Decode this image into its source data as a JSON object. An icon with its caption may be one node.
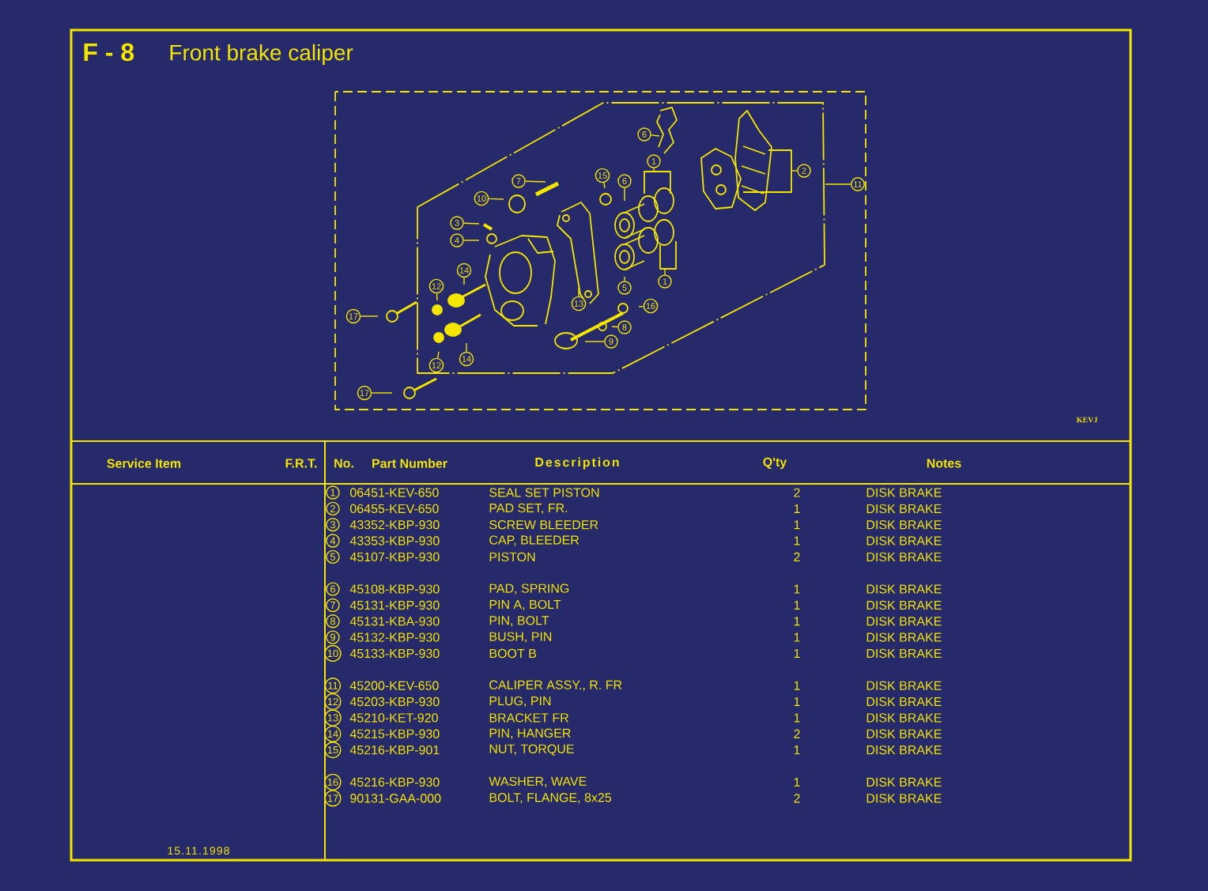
{
  "diagram": {
    "title": "Front brake caliper",
    "nodes": [
      {
        "text": [
          "6"
        ]
      },
      {
        "text": [
          "1"
        ]
      },
      {
        "text": [
          "2"
        ]
      },
      {
        "text": [
          "11"
        ]
      },
      {
        "text": [
          "7"
        ]
      },
      {
        "text": [
          "15"
        ]
      },
      {
        "text": [
          "6"
        ]
      },
      {
        "text": [
          "10"
        ]
      },
      {
        "text": [
          "3"
        ]
      },
      {
        "text": [
          "4"
        ]
      },
      {
        "text": [
          "14"
        ]
      },
      {
        "text": [
          "12"
        ]
      },
      {
        "text": [
          "13"
        ]
      },
      {
        "text": [
          "5"
        ]
      },
      {
        "text": [
          "1"
        ]
      },
      {
        "text": [
          "16"
        ]
      },
      {
        "text": [
          "8"
        ]
      },
      {
        "text": [
          "17"
        ]
      },
      {
        "text": [
          "9"
        ]
      },
      {
        "text": [
          "14"
        ]
      },
      {
        "text": [
          "12"
        ]
      },
      {
        "text": [
          "17"
        ]
      },
      {
        "text": [
          "1"
        ]
      },
      {
        "text": [
          "2"
        ]
      },
      {
        "text": [
          "3"
        ]
      },
      {
        "text": [
          "4"
        ]
      },
      {
        "text": [
          "5"
        ]
      },
      {
        "text": [
          "6"
        ]
      },
      {
        "text": [
          "7"
        ]
      },
      {
        "text": [
          "8"
        ]
      },
      {
        "text": [
          "9"
        ]
      },
      {
        "text": [
          "10"
        ]
      },
      {
        "text": [
          "11"
        ]
      },
      {
        "text": [
          "12"
        ]
      },
      {
        "text": [
          "13"
        ]
      },
      {
        "text": [
          "14"
        ]
      },
      {
        "text": [
          "15"
        ]
      },
      {
        "text": [
          "16"
        ]
      },
      {
        "text": [
          "17"
        ]
      }
    ],
    "edges": [
      {
        "from": 0,
        "to": null,
        "arrow": "none"
      },
      {
        "from": 1,
        "to": null,
        "arrow": "none"
      },
      {
        "from": 2,
        "to": null,
        "arrow": "none"
      },
      {
        "from": 3,
        "to": null,
        "arrow": "none"
      },
      {
        "from": 4,
        "to": null,
        "arrow": "none"
      },
      {
        "from": 5,
        "to": null,
        "arrow": "none"
      },
      {
        "from": 6,
        "to": null,
        "arrow": "none"
      },
      {
        "from": 7,
        "to": null,
        "arrow": "none"
      },
      {
        "from": 8,
        "to": null,
        "arrow": "none"
      },
      {
        "from": 9,
        "to": null,
        "arrow": "none"
      },
      {
        "from": 10,
        "to": null,
        "arrow": "none"
      },
      {
        "from": 11,
        "to": null,
        "arrow": "none"
      },
      {
        "from": 12,
        "to": null,
        "arrow": "none"
      },
      {
        "from": 13,
        "to": null,
        "arrow": "none"
      },
      {
        "from": 14,
        "to": null,
        "arrow": "none"
      },
      {
        "from": 15,
        "to": null,
        "arrow": "none"
      },
      {
        "from": 16,
        "to": null,
        "arrow": "none"
      },
      {
        "from": 17,
        "to": null,
        "arrow": "none"
      },
      {
        "from": 18,
        "to": null,
        "arrow": "none"
      },
      {
        "from": 19,
        "to": null,
        "arrow": "none"
      },
      {
        "from": 20,
        "to": null,
        "arrow": "none"
      },
      {
        "from": 21,
        "to": null,
        "arrow": "none"
      }
    ],
    "labels": [
      "F - 8",
      "KEVJ",
      "Service Item",
      "F.R.T.",
      "No.",
      "Part Number",
      "Description",
      "Q'ty",
      "Notes",
      "06451-KEV-650",
      "SEAL SET PISTON",
      "2",
      "DISK BRAKE",
      "06455-KEV-650",
      "PAD SET, FR.",
      "1",
      "DISK BRAKE",
      "43352-KBP-930",
      "SCREW BLEEDER",
      "1",
      "DISK BRAKE",
      "43353-KBP-930",
      "CAP, BLEEDER",
      "1",
      "DISK BRAKE",
      "45107-KBP-930",
      "PISTON",
      "2",
      "DISK BRAKE",
      "45108-KBP-930",
      "PAD, SPRING",
      "1",
      "DISK BRAKE",
      "45131-KBP-930",
      "PIN A, BOLT",
      "1",
      "DISK BRAKE",
      "45131-KBA-930",
      "PIN, BOLT",
      "1",
      "DISK BRAKE",
      "45132-KBP-930",
      "BUSH, PIN",
      "1",
      "DISK BRAKE",
      "45133-KBP-930",
      "BOOT B",
      "1",
      "DISK BRAKE",
      "45200-KEV-650",
      "CALIPER ASSY., R. FR",
      "1",
      "DISK BRAKE",
      "45203-KBP-930",
      "PLUG, PIN",
      "1",
      "DISK BRAKE",
      "45210-KET-920",
      "BRACKET FR",
      "1",
      "DISK BRAKE",
      "45215-KBP-930",
      "PIN, HANGER",
      "2",
      "DISK BRAKE",
      "45216-KBP-901",
      "NUT, TORQUE",
      "1",
      "DISK BRAKE",
      "45216-KBP-930",
      "WASHER, WAVE",
      "1",
      "DISK BRAKE",
      "90131-GAA-000",
      "BOLT, FLANGE, 8x25",
      "2",
      "DISK BRAKE",
      "15.11.1998"
    ]
  }
}
